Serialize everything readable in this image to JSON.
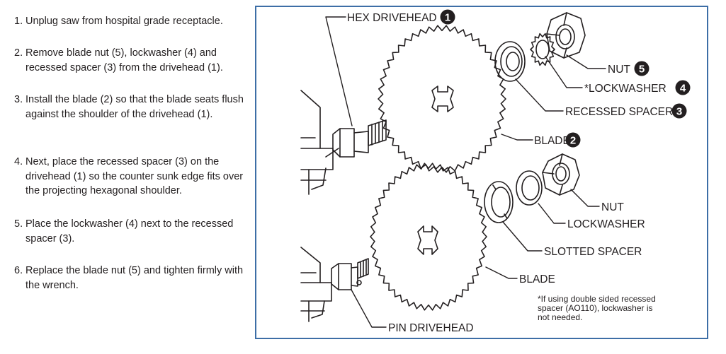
{
  "instructions": {
    "steps": [
      {
        "number": "1.",
        "text": "Unplug saw from hospital grade receptacle."
      },
      {
        "number": "2.",
        "text": "Remove blade nut (5), lockwasher (4) and recessed spacer (3) from the  drivehead (1)."
      },
      {
        "number": "3.",
        "text": "Install the blade (2) so that the blade seats flush against the shoulder of the drivehead (1)."
      },
      {
        "number": "4.",
        "text": "Next, place the recessed spacer (3) on the drivehead (1) so the counter sunk edge fits over the projecting hexagonal shoulder."
      },
      {
        "number": "5.",
        "text": "Place the lockwasher (4) next to the recessed spacer (3)."
      },
      {
        "number": "6.",
        "text": "Replace the blade nut (5) and tighten firmly with the wrench."
      }
    ]
  },
  "diagram": {
    "frame_color": "#3d6ea6",
    "top_assembly": {
      "hex_drivehead": {
        "label": "HEX DRIVEHEAD",
        "number": "1"
      },
      "nut": {
        "label": "NUT",
        "number": "5"
      },
      "lockwasher": {
        "label": "*LOCKWASHER",
        "number": "4"
      },
      "recessed_spacer": {
        "label": "RECESSED SPACER",
        "number": "3"
      },
      "blade": {
        "label": "BLADE",
        "number": "2"
      }
    },
    "bottom_assembly": {
      "nut": {
        "label": "NUT"
      },
      "lockwasher": {
        "label": "LOCKWASHER"
      },
      "slotted_spacer": {
        "label": "SLOTTED SPACER"
      },
      "blade": {
        "label": "BLADE"
      },
      "pin_drivehead": {
        "label": "PIN DRIVEHEAD"
      }
    },
    "footnote": [
      "*If using double sided recessed",
      "spacer (AO110), lockwasher is",
      "not needed."
    ]
  }
}
